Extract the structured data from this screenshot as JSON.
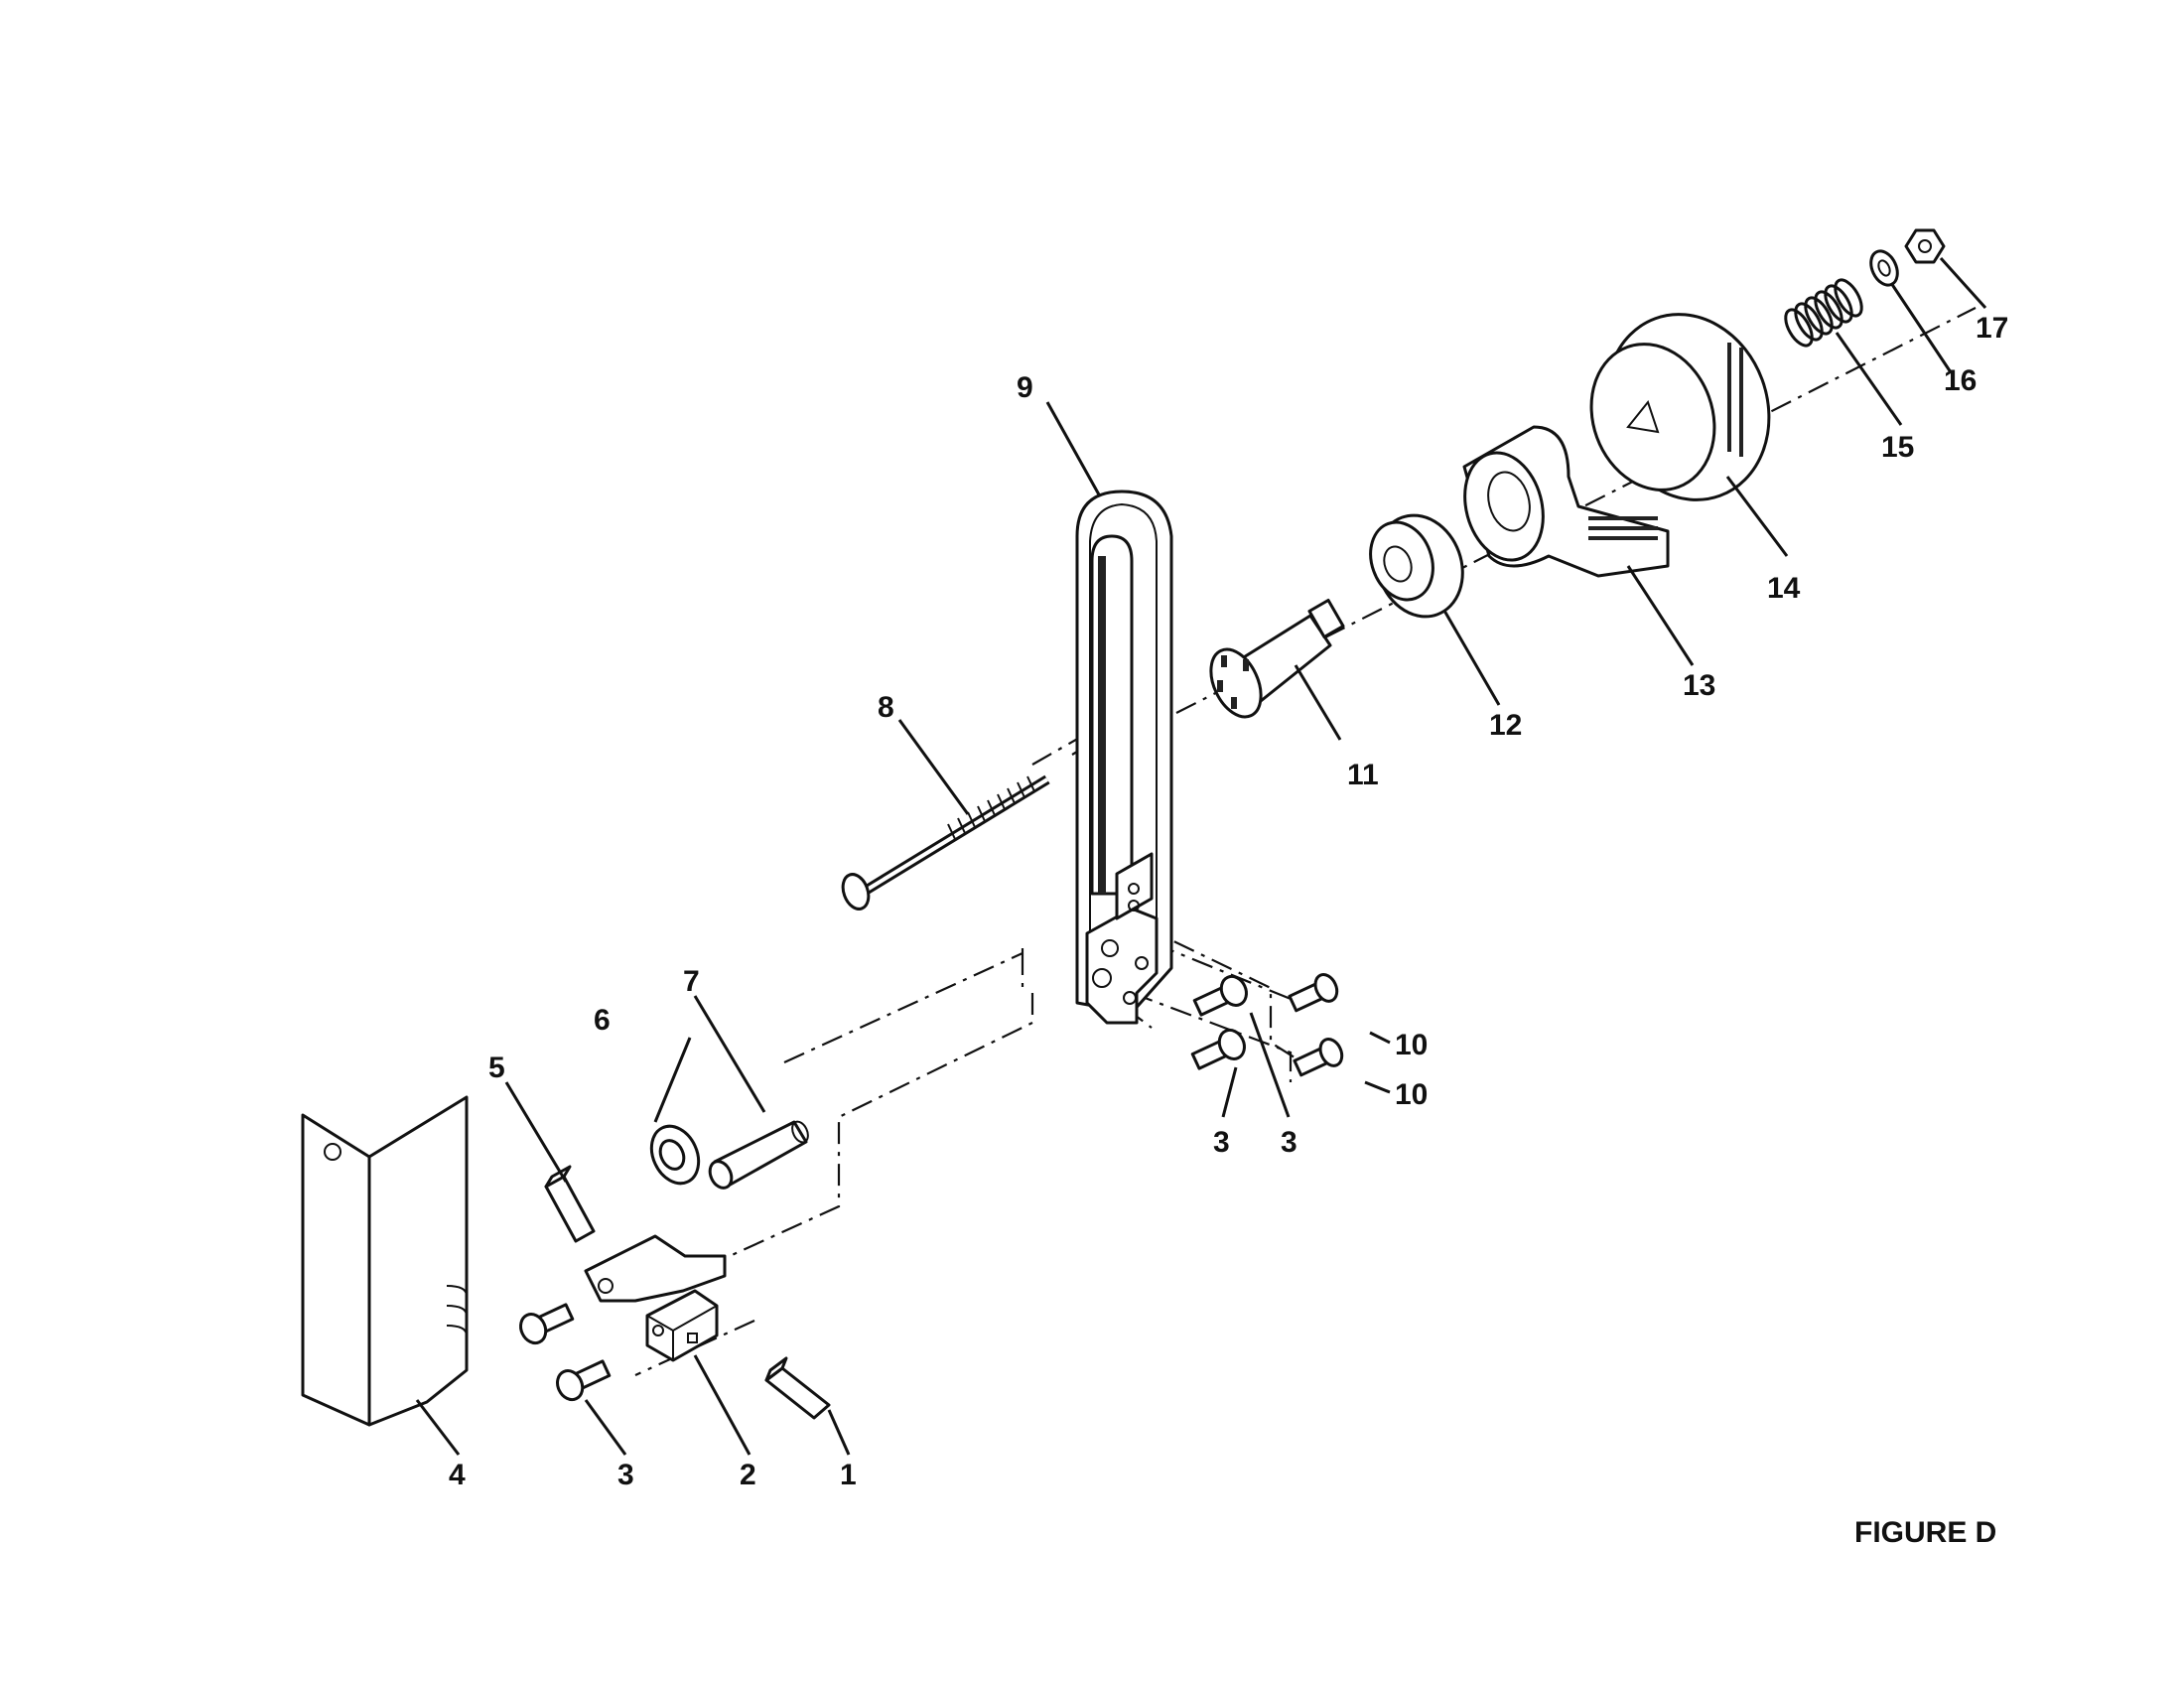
{
  "figure": {
    "title": "FIGURE D"
  },
  "labels": [
    {
      "id": "p1",
      "text": "1"
    },
    {
      "id": "p2",
      "text": "2"
    },
    {
      "id": "p3a",
      "text": "3"
    },
    {
      "id": "p3b",
      "text": "3"
    },
    {
      "id": "p3c",
      "text": "3"
    },
    {
      "id": "p4",
      "text": "4"
    },
    {
      "id": "p5",
      "text": "5"
    },
    {
      "id": "p6",
      "text": "6"
    },
    {
      "id": "p7",
      "text": "7"
    },
    {
      "id": "p8",
      "text": "8"
    },
    {
      "id": "p9",
      "text": "9"
    },
    {
      "id": "p10a",
      "text": "10"
    },
    {
      "id": "p10b",
      "text": "10"
    },
    {
      "id": "p11",
      "text": "11"
    },
    {
      "id": "p12",
      "text": "12"
    },
    {
      "id": "p13",
      "text": "13"
    },
    {
      "id": "p14",
      "text": "14"
    },
    {
      "id": "p15",
      "text": "15"
    },
    {
      "id": "p16",
      "text": "16"
    },
    {
      "id": "p17",
      "text": "17"
    }
  ]
}
